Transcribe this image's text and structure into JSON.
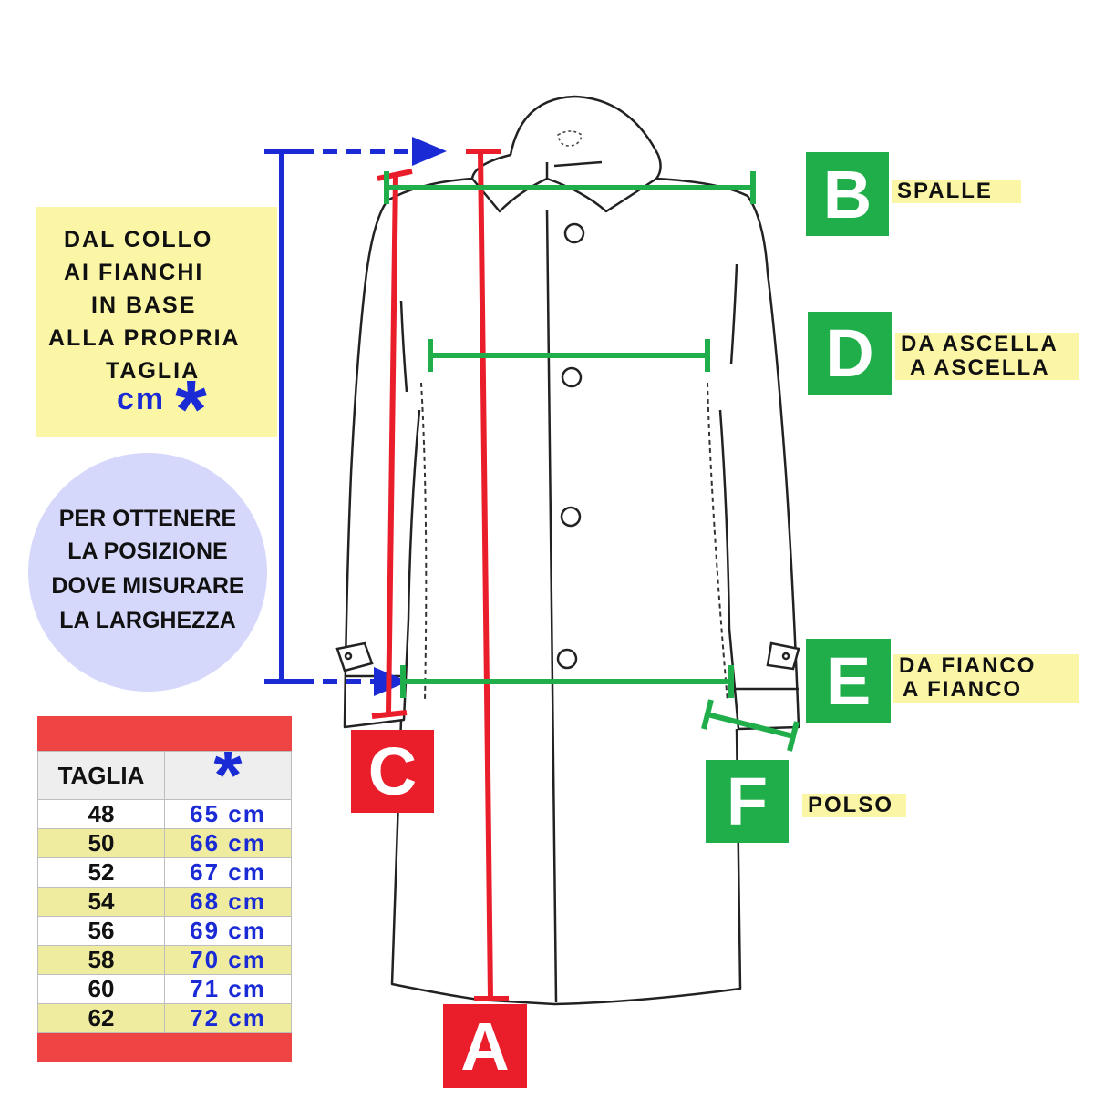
{
  "labels": {
    "A": "A",
    "B": "B",
    "C": "C",
    "D": "D",
    "E": "E",
    "F": "F"
  },
  "tags": {
    "B": "SPALLE",
    "D": [
      "DA ASCELLA",
      "A ASCELLA"
    ],
    "E": [
      "DA FIANCO",
      "A FIANCO"
    ],
    "F": "POLSO"
  },
  "note": {
    "lines": [
      "DAL COLLO",
      "AI  FIANCHI",
      "IN BASE",
      "ALLA PROPRIA",
      "TAGLIA"
    ],
    "unit": "cm",
    "star": "*"
  },
  "circle_note": {
    "lines": [
      "PER OTTENERE",
      "LA POSIZIONE",
      "DOVE  MISURARE",
      "LA  LARGHEZZA"
    ]
  },
  "size_table": {
    "header": {
      "size": "TAGLIA",
      "value": "*"
    },
    "rows": [
      {
        "size": "48",
        "value": "65 cm"
      },
      {
        "size": "50",
        "value": "66 cm"
      },
      {
        "size": "52",
        "value": "67 cm"
      },
      {
        "size": "54",
        "value": "68 cm"
      },
      {
        "size": "56",
        "value": "69 cm"
      },
      {
        "size": "58",
        "value": "70 cm"
      },
      {
        "size": "60",
        "value": "71 cm"
      },
      {
        "size": "62",
        "value": "72 cm"
      }
    ]
  },
  "colors": {
    "green": "#1fae4a",
    "red": "#ea1d2a",
    "blue": "#1a2bd6",
    "yellow": "#fbf6a6",
    "lavender": "#d6d8fb"
  }
}
